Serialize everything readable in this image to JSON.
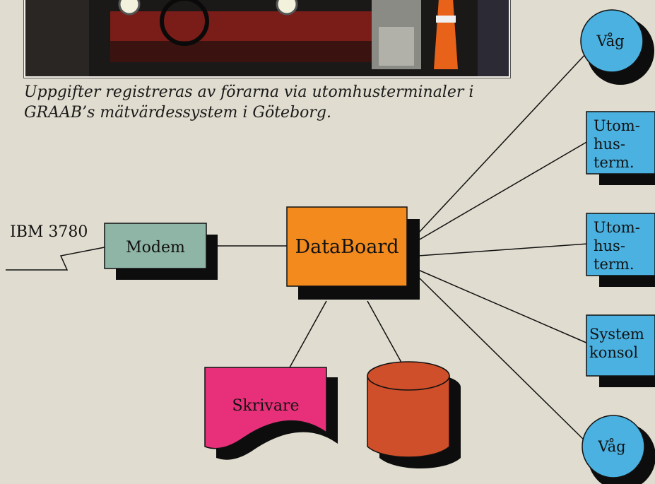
{
  "caption": {
    "line1": "Uppgifter registreras av förarna via utomhusterminaler i",
    "line2": "GRAAB’s mätvärdessystem i Göteborg."
  },
  "diagram": {
    "ibm_label": "IBM 3780",
    "modem_label": "Modem",
    "databoard_label": "DataBoard",
    "printer_label": "Skrivare",
    "vag_top_label": "Våg",
    "terminal1_lines": [
      "Utom-",
      "hus-",
      "term."
    ],
    "terminal2_lines": [
      "Utom-",
      "hus-",
      "term."
    ],
    "console_lines": [
      "System",
      "konsol"
    ],
    "vag_bottom_label": "Våg"
  },
  "colors": {
    "modem": "#8fb5a7",
    "databoard": "#f28a1e",
    "printer": "#e8307a",
    "disk": "#cf4f2a",
    "peripheral": "#4ab1e0",
    "shadow": "#0d0d0d",
    "background": "#e0dccf"
  }
}
